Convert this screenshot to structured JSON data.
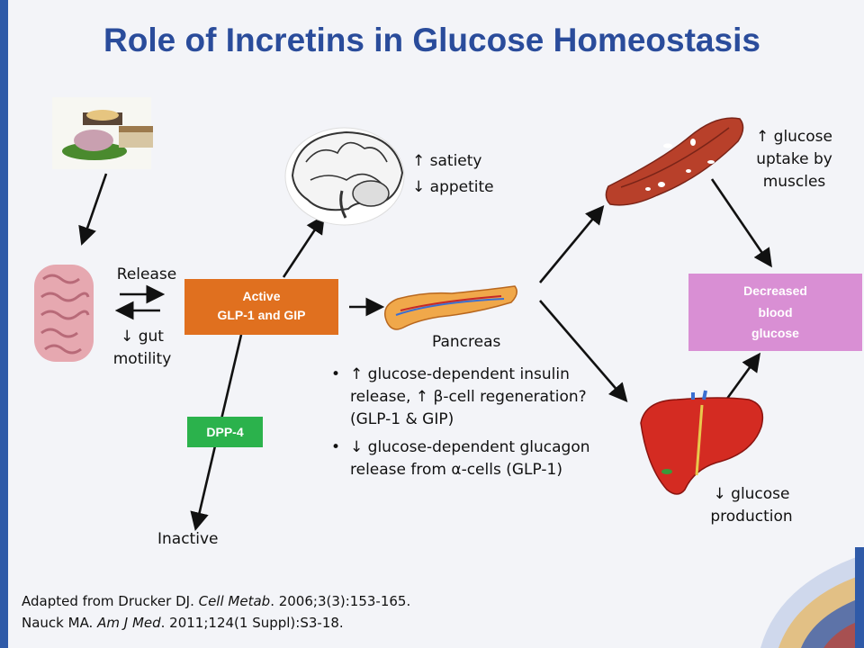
{
  "title": "Role of Incretins in Glucose Homeostasis",
  "labels": {
    "release": "Release",
    "gut_motility": "↓ gut motility",
    "satiety": "↑ satiety",
    "appetite": "↓ appetite",
    "pancreas": "Pancreas",
    "inactive": "Inactive",
    "glucose_uptake": "↑ glucose uptake by muscles",
    "glucose_production": "↓ glucose production"
  },
  "boxes": {
    "active": {
      "line1": "Active",
      "line2": "GLP-1 and GIP",
      "color": "#e0701f"
    },
    "dpp4": {
      "label": "DPP-4",
      "color": "#2bb24c"
    },
    "decreased": {
      "line1": "Decreased",
      "line2": "blood",
      "line3": "glucose",
      "color": "#d98fd4"
    }
  },
  "bullets": {
    "b1_text": "↑ glucose-dependent insulin release, ↑ ",
    "b1_symbol": "β",
    "b1_tail": "-cell regeneration? (GLP-1 & GIP)",
    "b2_text": "↓ glucose-dependent glucagon release from ",
    "b2_symbol": "α",
    "b2_tail": "-cells (GLP-1)"
  },
  "references": {
    "r1_pre": "Adapted from Drucker DJ. ",
    "r1_journal": "Cell Metab",
    "r1_post": ". 2006;3(3):153-165.",
    "r2_pre": "Nauck MA. ",
    "r2_journal": "Am J Med",
    "r2_post": ". 2011;124(1 Suppl):S3-18."
  },
  "icons": [
    "food-icon",
    "intestine-icon",
    "brain-icon",
    "pancreas-icon",
    "muscle-icon",
    "liver-icon"
  ],
  "colors": {
    "title": "#2a4c9b",
    "edge_bar": "#2f5aa8",
    "muscle": "#b8402a",
    "liver": "#d42b22",
    "pancreas": "#f0a84a"
  }
}
